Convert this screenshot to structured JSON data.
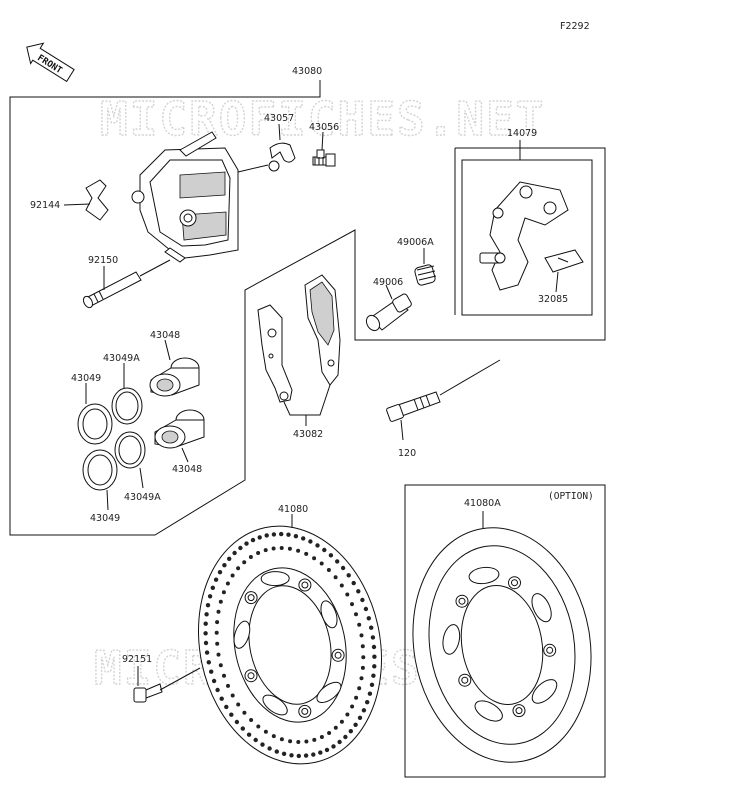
{
  "figure_code": "F2292",
  "front_label": "FRONT",
  "watermark": "MICROFICHES.NET",
  "option_label": "(OPTION)",
  "parts": {
    "caliper_assembly": "43080",
    "bracket": "43057",
    "bleeder_valve": "43056",
    "caliper_holder": "14079",
    "spring": "92144",
    "pin": "92150",
    "piston_outer": "43048",
    "piston_inner": "43048",
    "seal_a_upper": "43049A",
    "seal_a_lower": "43049A",
    "seal_upper": "43049",
    "seal_lower": "43049",
    "pad_assembly": "43082",
    "boot_a": "49006A",
    "boot": "49006",
    "shim": "32085",
    "bolt": "120",
    "disc": "41080",
    "disc_option": "41080A",
    "screw": "92151"
  }
}
